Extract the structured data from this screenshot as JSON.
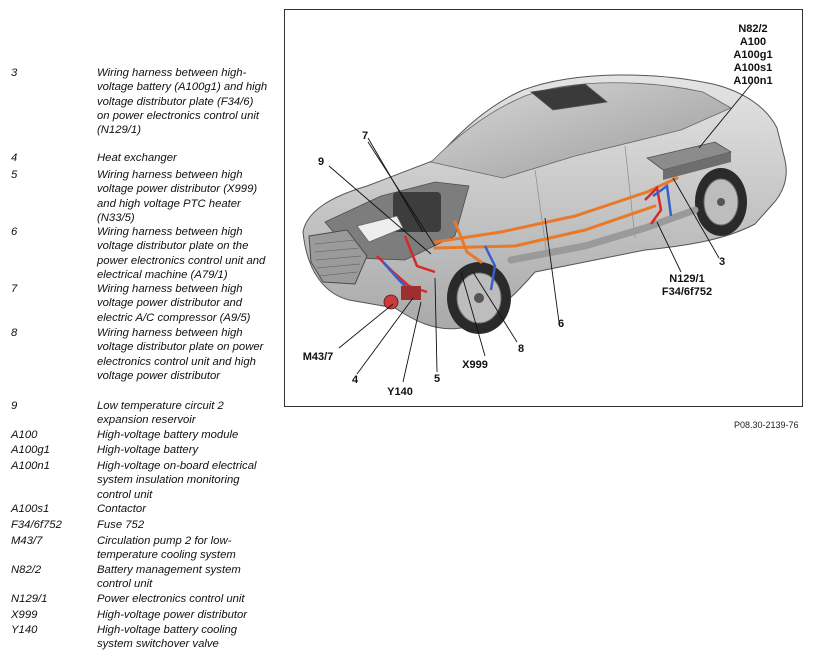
{
  "legend": [
    {
      "code": "3",
      "desc": "Wiring harness between high-voltage battery (A100g1) and high voltage distributor plate (F34/6) on power electronics control unit (N129/1)"
    },
    {
      "code": "4",
      "desc": "Heat exchanger"
    },
    {
      "code": "5",
      "desc": "Wiring harness between high voltage power distributor (X999) and high voltage PTC heater (N33/5)"
    },
    {
      "code": "6",
      "desc": "Wiring harness between high voltage distributor plate on the power electronics control unit and electrical machine (A79/1)"
    },
    {
      "code": "7",
      "desc": "Wiring harness between high voltage power distributor and electric A/C compressor (A9/5)"
    },
    {
      "code": "8",
      "desc": "Wiring harness between high voltage distributor plate on power electronics control unit and high voltage power distributor"
    },
    {
      "code": "9",
      "desc": "Low temperature circuit 2 expansion reservoir"
    },
    {
      "code": "A100",
      "desc": "High-voltage battery module"
    },
    {
      "code": "A100g1",
      "desc": "High-voltage battery"
    },
    {
      "code": "A100n1",
      "desc": "High-voltage on-board electrical system insulation monitoring control unit"
    },
    {
      "code": "A100s1",
      "desc": "Contactor"
    },
    {
      "code": "F34/6f752",
      "desc": "Fuse 752"
    },
    {
      "code": "M43/7",
      "desc": "Circulation pump 2 for low-temperature cooling system"
    },
    {
      "code": "N82/2",
      "desc": "Battery management system control unit"
    },
    {
      "code": "N129/1",
      "desc": "Power electronics control unit"
    },
    {
      "code": "X999",
      "desc": "High-voltage power distributor"
    },
    {
      "code": "Y140",
      "desc": "High-voltage battery cooling system switchover valve"
    }
  ],
  "callouts": {
    "n82_2": "N82/2",
    "a100": "A100",
    "a100g1": "A100g1",
    "a100s1": "A100s1",
    "a100n1": "A100n1",
    "c7": "7",
    "c9": "9",
    "c3": "3",
    "n129_1": "N129/1",
    "f34": "F34/6f752",
    "c6": "6",
    "c8": "8",
    "m43_7": "M43/7",
    "x999": "X999",
    "c4": "4",
    "c5": "5",
    "y140": "Y140"
  },
  "figure_ref": "P08.30-2139-76",
  "colors": {
    "hv_cable": "#e8792a",
    "coolant_red": "#d42a2a",
    "coolant_blue": "#3a5fc8",
    "body_silver": "#c9c9c9"
  }
}
